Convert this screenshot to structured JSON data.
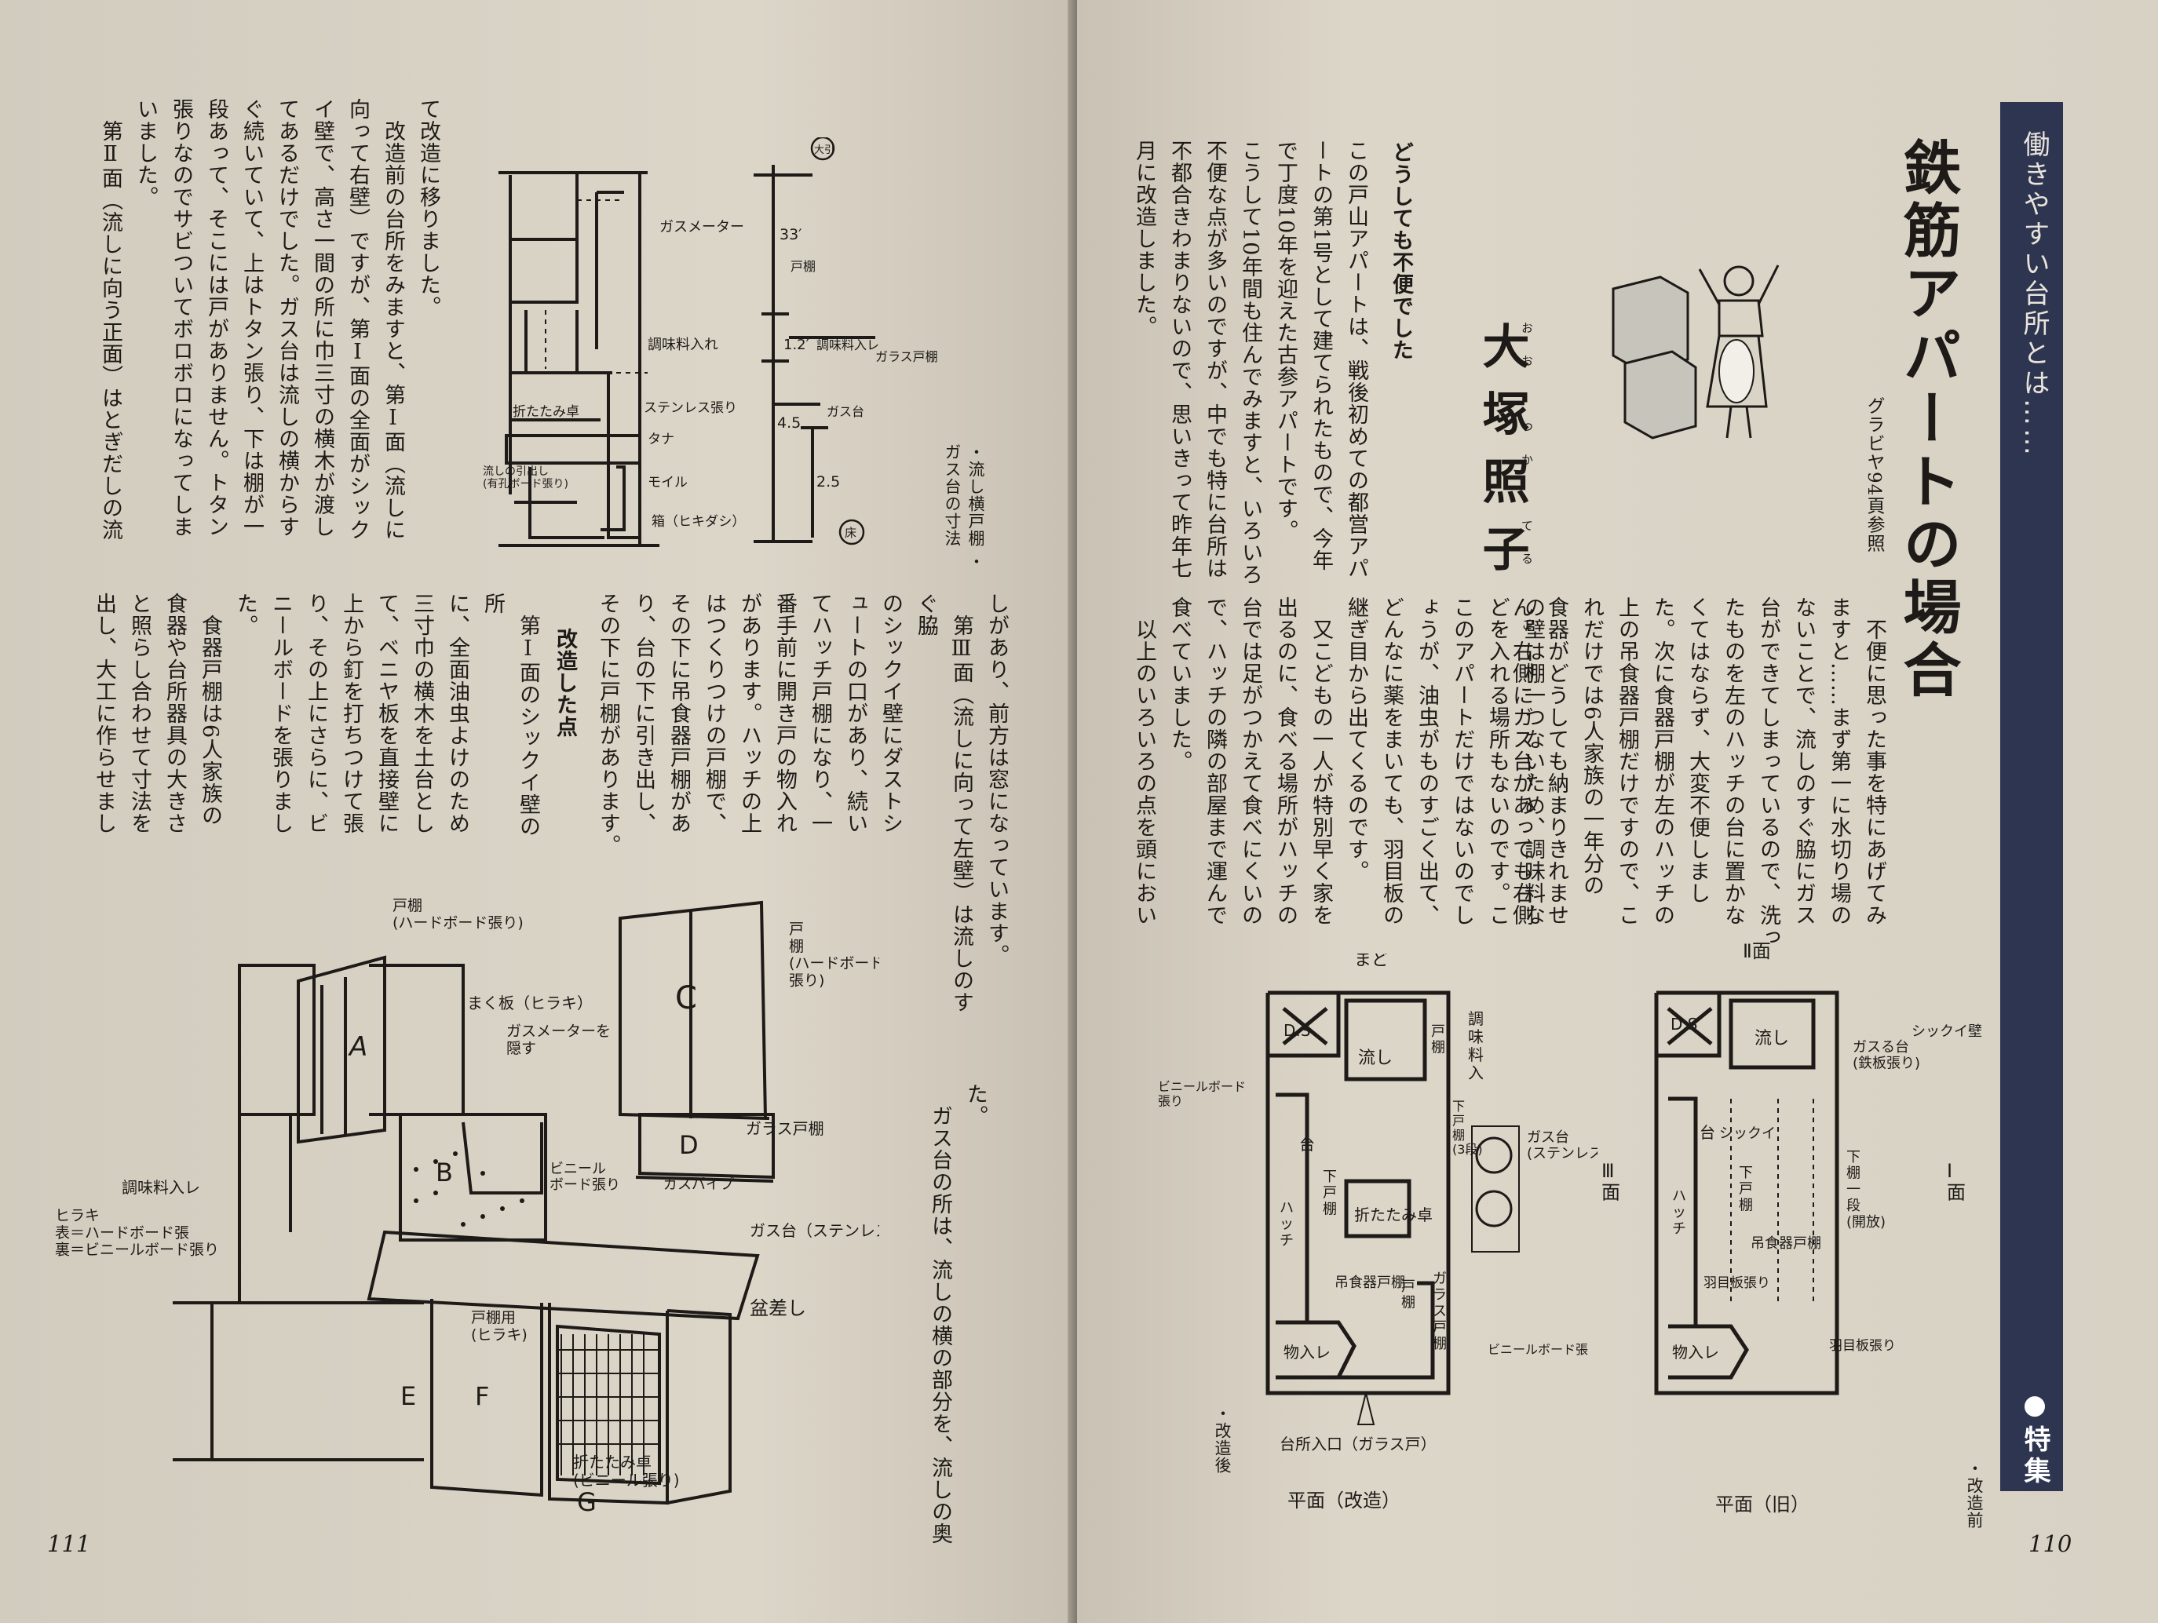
{
  "left_page": {
    "page_number": "111",
    "top_columns": [
      "て改造に移りました。",
      "　改造前の台所をみますと、第Ⅰ面（流しに",
      "向って右壁）ですが、第Ⅰ面の全面がシック",
      "イ壁で、高さ一間の所に巾三寸の横木が渡し",
      "てあるだけでした。ガス台は流しの横からす",
      "ぐ続いていて、上はトタン張り、下は棚が一",
      "段あって、そこには戸がありません。トタン",
      "張りなのでサビついてボロボロになってしま",
      "いました。",
      "　第Ⅱ面（流しに向う正面）はとぎだしの流"
    ],
    "middle_columns_a": [
      "しがあり、前方は窓になっています。",
      "　第Ⅲ面（流しに向って左壁）は流しのすぐ脇",
      "のシックイ壁にダストシ",
      "ュートの口があり、続い",
      "てハッチ戸棚になり、一",
      "番手前に開き戸の物入れ",
      "があります。ハッチの上",
      "はつくりつけの戸棚で、",
      "その下に吊食器戸棚があ",
      "り、台の下に引き出し、",
      "その下に戸棚があります。"
    ],
    "heading_kaizo": "改造した点",
    "middle_columns_b": [
      "　第Ⅰ面のシックイ壁の所",
      "に、全面油虫よけのため",
      "三寸巾の横木を土台とし",
      "て、ベニヤ板を直接壁に",
      "上から釘を打ちつけて張",
      "り、その上にさらに、ビ",
      "ニールボードを張りまし",
      "た。",
      "　食器戸棚は6人家族の",
      "食器や台所器具の大きさ",
      "と照らし合わせて寸法を",
      "出し、大工に作らせまし"
    ],
    "right_edge_columns": [
      "た。",
      "　ガス台の所は、流しの横の部分を、流しの奥"
    ],
    "caption_section": "・流し横戸棚\n・ガス台の寸法",
    "section_labels": {
      "top": "大引",
      "bottom": "床",
      "gas_meter": "ガスメーター",
      "dim_33": "33′",
      "to_tana": "戸棚",
      "chomiryo": "調味料入れ",
      "dim_12": "1.2′",
      "chomiryo_ire": "調味料入レ",
      "glass_to": "ガラス戸棚",
      "dim_45": "4.5",
      "gas": "ガス台",
      "dim_25": "2.5",
      "oritatami": "折たたみ卓",
      "stainless": "ステンレス張り",
      "tana": "タナ",
      "moiru": "モイル",
      "hikidashi": "流しの引出し\n(有孔ボード張り)",
      "hako": "箱（ヒキダシ）"
    },
    "perspective_labels": {
      "to_tana_hb": "戸棚\n(ハードボード張り)",
      "makuita": "まく板（ヒラキ）",
      "gasmeter_kakusu": "ガスメーターを\n隠す",
      "to_tana_right": "戸\n棚\n(ハードボード\n張り)",
      "glass_to": "ガラス戸棚",
      "chomiryo": "調味料入レ",
      "vinyl": "ビニール\nボード張り",
      "gas_pipe": "ガスパイプ",
      "gas_dai": "ガス台（ステンレス張り）",
      "legend": "ヒラキ\n表＝ハードボード張\n裏＝ビニールボード張り",
      "to_tana_hiraki": "戸棚用\n(ヒラキ)",
      "bonsashi": "盆差し",
      "oritatami": "折たたみ卓\n(ビニール張り)",
      "letters": [
        "A",
        "B",
        "C",
        "D",
        "E",
        "F",
        "G"
      ]
    }
  },
  "right_page": {
    "page_number": "110",
    "band_text": "働きやすい台所とは……",
    "band_tag": "●特集",
    "title": "鉄筋アパートの場合",
    "gravure_ref": "グラビヤ94頁参照",
    "author": "大塚照子",
    "author_ruby": "おお　つか　てる　こ",
    "heading": "どうしても不便でした",
    "intro_columns": [
      "この戸山アパートは、戦後初めての都営アパ",
      "ートの第1号として建てられたもので、今年",
      "で丁度10年を迎えた古参アパートです。",
      "こうして10年間も住んでみますと、いろいろ",
      "不便な点が多いのですが、中でも特に台所は",
      "不都合きわまりないので、思いきって昨年七",
      "月に改造しました。"
    ],
    "main_columns_a": [
      "　不便に思った事を特にあげてみ",
      "ますと……まず第一に水切り場の",
      "ないことで、流しのすぐ脇にガス",
      "台ができてしまっているので、洗っ",
      "たものを左のハッチの台に置かな",
      "くてはならず、大変不便しまし",
      "た。次に食器戸棚が左のハッチの",
      "上の吊食器戸棚だけですので、こ",
      "れだけでは6人家族の一年分の",
      "食器がどうしても納まりきれませ",
      "ん。右側にガス台があっても右側"
    ],
    "main_columns_b": [
      "の壁は棚一つないため、調味料な",
      "どを入れる場所もないのです。こ",
      "このアパートだけではないのでし",
      "ょうが、油虫がものすごく出て、",
      "どんなに薬をまいても、羽目板の",
      "継ぎ目から出てくるのです。",
      "　又こどもの一人が特別早く家を",
      "出るのに、食べる場所がハッチの",
      "台では足がつかえて食べにくいの",
      "で、ハッチの隣の部屋まで運んで",
      "食べていました。",
      "　以上のいろいろの点を頭におい"
    ],
    "caption_after": "・改造後",
    "caption_before": "・改造前",
    "plan_after": {
      "caption": "平面（改造）",
      "mado": "まど",
      "ds": "D.S",
      "nagashi": "流し",
      "to_tana": "戸\n棚",
      "chomiryo": "調\n味\n料\n入",
      "vinyl": "ビニールボード\n張り",
      "dai": "台",
      "shita_to": "下\n戸\n棚",
      "gas_dai": "ガス台\n(ステンレス張り)",
      "shita_to_ire": "下\n戸\n棚\n(3段)",
      "oritatami": "折たたみ卓",
      "hatch": "ハ\nッ\nチ",
      "tsuri": "吊食器戸棚",
      "glass_to": "ガ\nラ\nス\n戸\n棚",
      "to2": "戸\n棚",
      "vinyl_bottom": "ビニールボード張",
      "monoire": "物入レ",
      "entrance": "台所入口（ガラス戸）"
    },
    "plan_before": {
      "caption": "平面（旧）",
      "men2": "Ⅱ面",
      "men3": "Ⅲ\n面",
      "men1": "Ⅰ\n面",
      "ds": "D.S",
      "nagashi": "流し",
      "shikkui_side": "シックイ",
      "shikkui_wall": "シックイ壁",
      "gas_iron": "ガスる台\n(鉄板張り)",
      "shita_to": "下\n戸\n棚",
      "shita_tana": "下\n棚\n一\n段\n(開放)",
      "dai": "台",
      "hatch": "ハ\nッ\nチ",
      "tsuri": "吊食器戸棚",
      "hamei": "羽目板張り",
      "monoire": "物入レ",
      "hamei2": "羽目板張り"
    }
  }
}
